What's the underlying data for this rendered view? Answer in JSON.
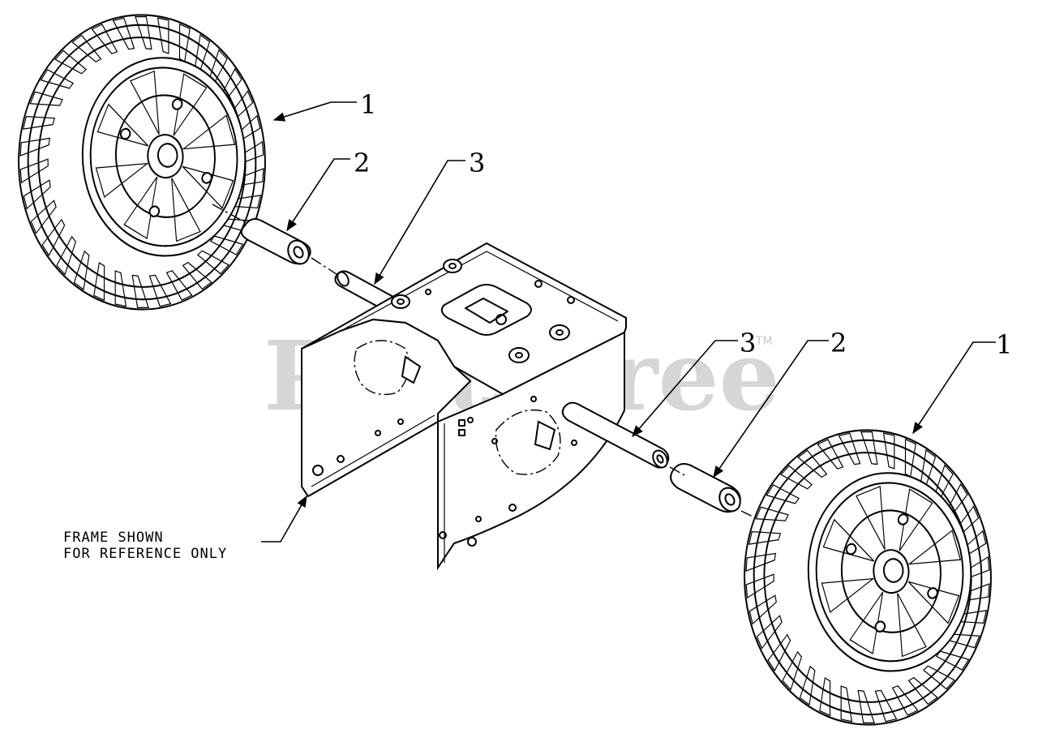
{
  "watermark": {
    "text": "PartsTree",
    "mark": "TM"
  },
  "callouts": {
    "wheel_left": "1",
    "spacer_left": "2",
    "axle_left": "3",
    "axle_right": "3",
    "spacer_right": "2",
    "wheel_right": "1"
  },
  "note": {
    "line1": "FRAME SHOWN",
    "line2": "FOR REFERENCE ONLY"
  }
}
